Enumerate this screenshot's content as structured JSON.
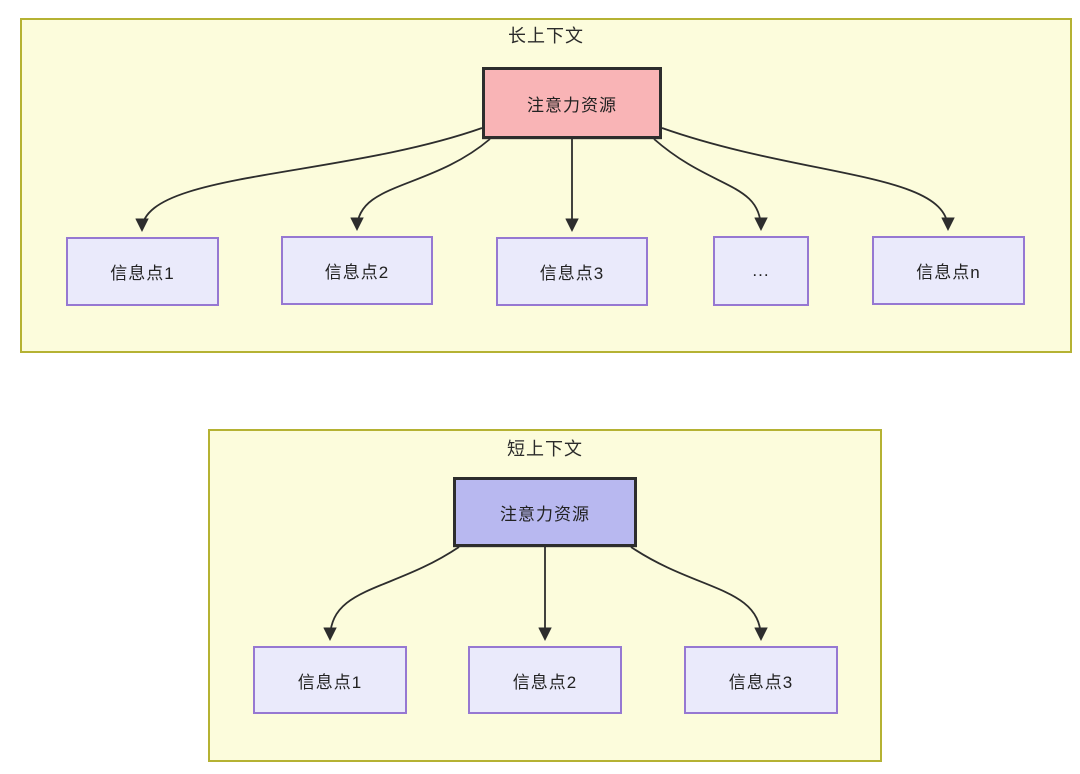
{
  "diagram": {
    "panels": [
      {
        "title": "长上下文",
        "attention": {
          "label": "注意力资源",
          "fill": "#F9B4B6"
        },
        "nodes": [
          {
            "label": "信息点1"
          },
          {
            "label": "信息点2"
          },
          {
            "label": "信息点3"
          },
          {
            "label": "..."
          },
          {
            "label": "信息点n"
          }
        ]
      },
      {
        "title": "短上下文",
        "attention": {
          "label": "注意力资源",
          "fill": "#B8B8F0"
        },
        "nodes": [
          {
            "label": "信息点1"
          },
          {
            "label": "信息点2"
          },
          {
            "label": "信息点3"
          }
        ]
      }
    ],
    "colors": {
      "panel_fill": "#FCFCDC",
      "panel_border": "#B5B233",
      "long_context_attention_fill": "#F9B4B6",
      "short_context_attention_fill": "#B8B8F0",
      "info_box_fill": "#EAEAFB",
      "info_box_border": "#9678D2",
      "arrow": "#2D2D2D"
    }
  }
}
